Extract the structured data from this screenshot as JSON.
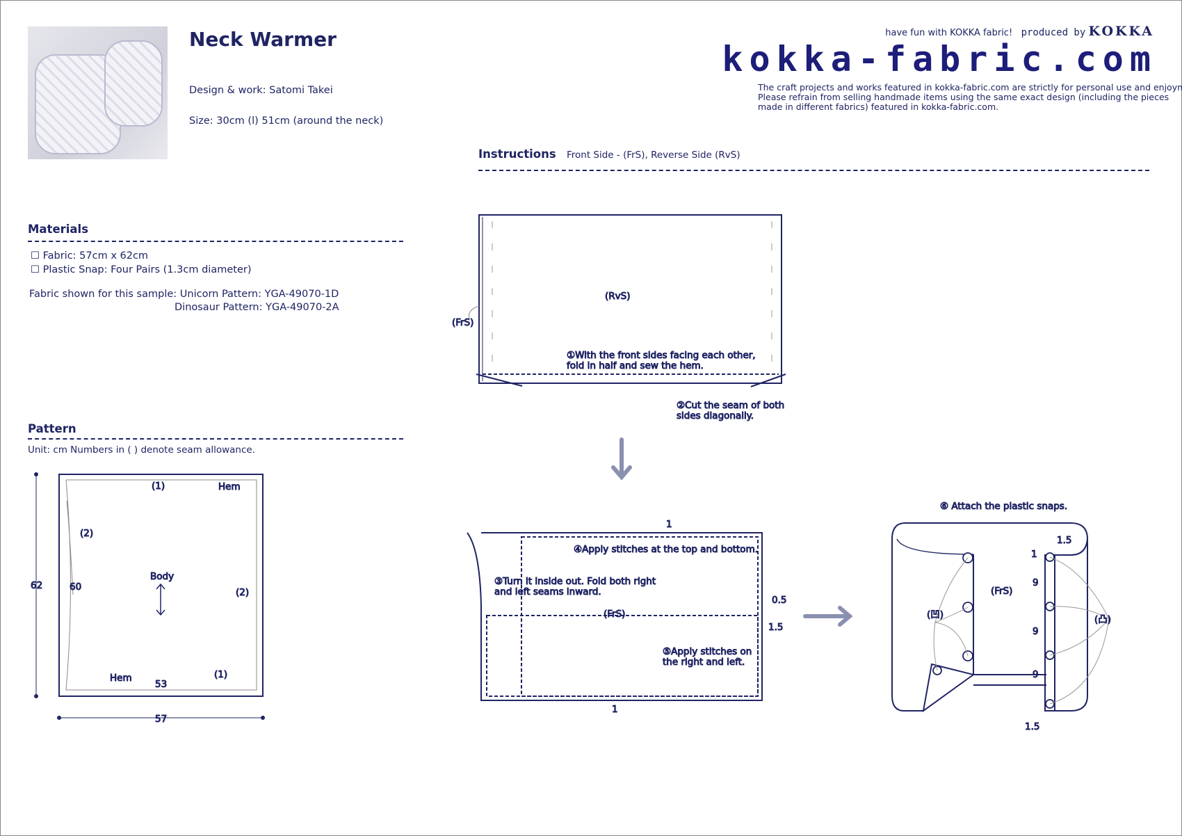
{
  "header": {
    "title": "Neck Warmer",
    "design": "Design & work: Satomi Takei",
    "size": "Size: 30cm (l)  51cm (around the neck)",
    "tagline": "have fun with KOKKA fabric!",
    "produced_by": "produced by",
    "brand": "KOKKA",
    "logo": "kokka-fabric.com",
    "disclaimer": [
      "The craft projects and works featured in kokka-fabric.com are strictly for personal use and enjoyment.",
      "Please refrain from selling handmade items using the same exact design (including the pieces",
      "made in different fabrics) featured in kokka-fabric.com."
    ]
  },
  "materials": {
    "heading": "Materials",
    "items": [
      "Fabric: 57cm x 62cm",
      "Plastic Snap: Four Pairs (1.3cm diameter)"
    ],
    "fabric_label": "Fabric shown for this sample: Unicorn Pattern: YGA-49070-1D",
    "fabric_label2": "Dinosaur Pattern: YGA-49070-2A"
  },
  "pattern": {
    "heading": "Pattern",
    "unit": "Unit: cm   Numbers in (      ) denote seam allowance.",
    "labels": {
      "hem_top": "Hem",
      "hem_bottom": "Hem",
      "sa1_top": "(1)",
      "sa1_bottom": "(1)",
      "sa2_left": "(2)",
      "sa2_right": "(2)",
      "body": "Body",
      "h62": "62",
      "h60": "60",
      "w53": "53",
      "w57": "57"
    }
  },
  "instructions": {
    "heading": "Instructions",
    "legend": "Front Side - (FrS), Reverse Side (RvS)",
    "step1": [
      "①With the front sides facing each other,",
      "fold in half and sew the hem."
    ],
    "step2": [
      "②Cut the seam of both",
      "sides diagonally."
    ],
    "step3": [
      "③Turn it inside out. Fold both right",
      "and left seams inward."
    ],
    "step4": "④Apply stitches at the top and bottom.",
    "step5": [
      "⑤Apply stitches on",
      "the right and left."
    ],
    "step6": "⑥ Attach the plastic snaps.",
    "labels": {
      "rvs": "(RvS)",
      "frs1": "(FrS)",
      "frs2": "(FrS)",
      "frs3": "(FrS)",
      "d1": "1",
      "d1b": "1",
      "d05": "0.5",
      "d15": "1.5",
      "s15a": "1.5",
      "s1": "1",
      "s9a": "9",
      "s9b": "9",
      "s9c": "9",
      "s15b": "1.5",
      "female": "(凹)",
      "male": "(凸)"
    }
  }
}
